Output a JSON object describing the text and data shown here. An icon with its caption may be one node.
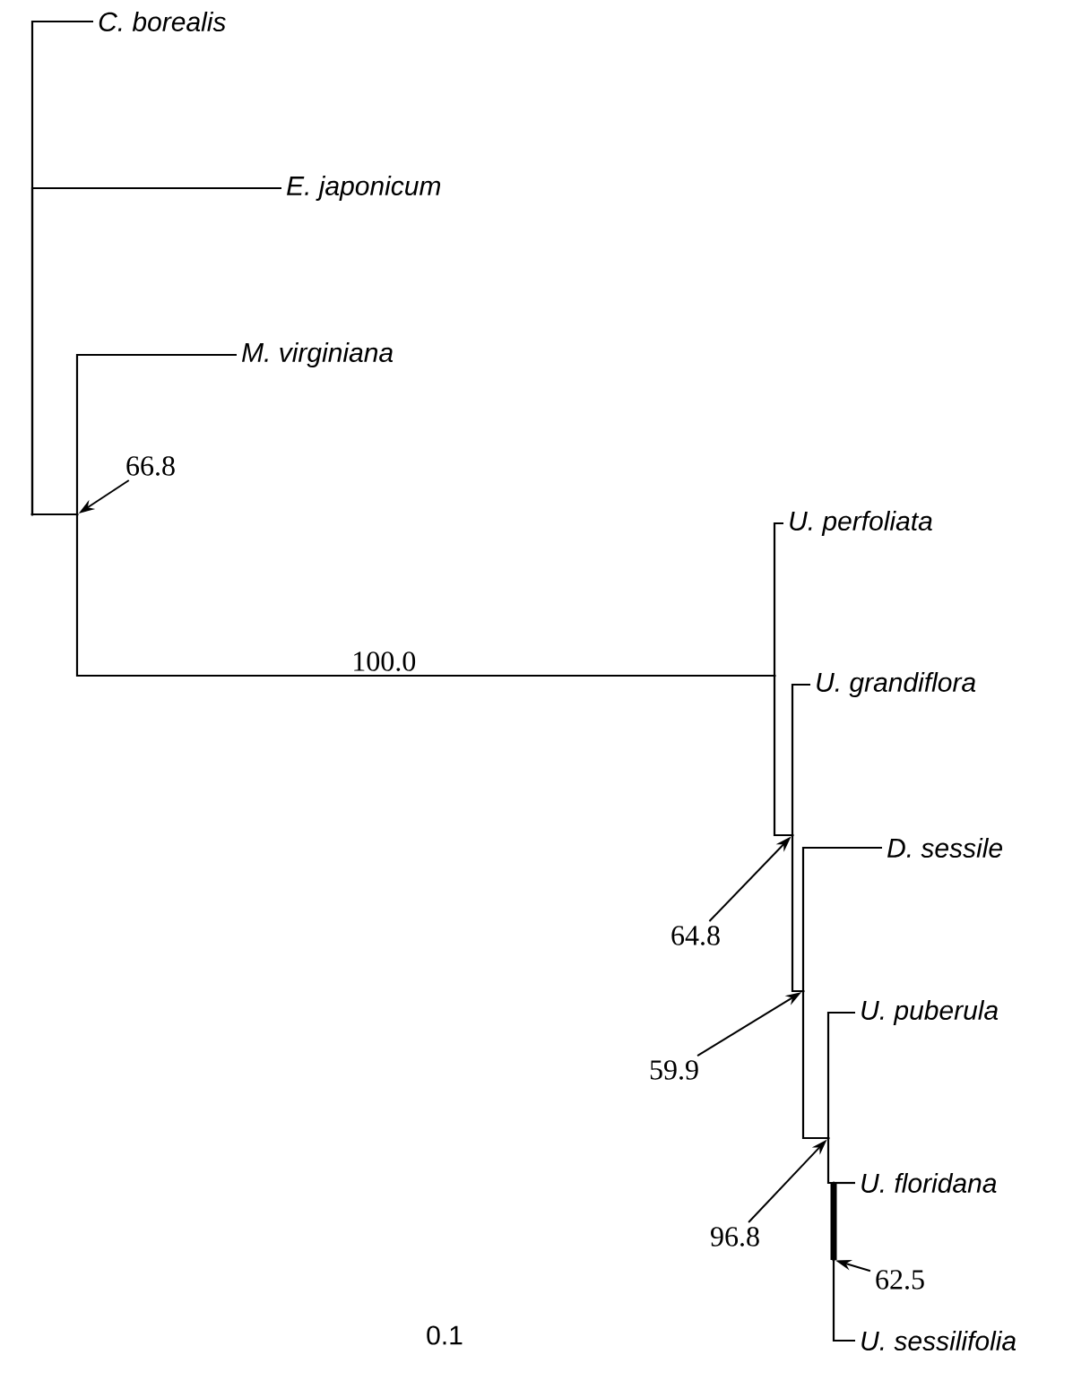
{
  "diagram": {
    "nodes": [
      {
        "text": [
          "C. borealis"
        ]
      },
      {
        "text": [
          "E. japonicum"
        ]
      },
      {
        "text": [
          "M. virginiana"
        ]
      },
      {
        "text": [],
        "shape": "point"
      },
      {
        "text": [],
        "shape": "point"
      },
      {
        "text": [
          "66.8"
        ]
      },
      {
        "text": [
          "U. perfoliata"
        ]
      },
      {
        "text": [],
        "shape": "point"
      },
      {
        "text": [
          "U. grandiflora"
        ]
      },
      {
        "text": [],
        "shape": "point"
      },
      {
        "text": [
          "D. sessile"
        ]
      },
      {
        "text": [
          "64.8"
        ]
      },
      {
        "text": [],
        "shape": "point"
      },
      {
        "text": [
          "U. puberula"
        ]
      },
      {
        "text": [
          "59.9"
        ]
      },
      {
        "text": [],
        "shape": "point"
      },
      {
        "text": [
          "U. floridana"
        ]
      },
      {
        "text": [],
        "shape": "point"
      },
      {
        "text": [
          "96.8"
        ]
      },
      {
        "text": [],
        "shape": "point"
      },
      {
        "text": [
          "62.5"
        ]
      },
      {
        "text": [
          "U. sessilifolia"
        ]
      }
    ],
    "edges": [
      {
        "from": 3,
        "to": 0,
        "arrow": "none"
      },
      {
        "from": 3,
        "to": 1,
        "arrow": "none"
      },
      {
        "from": 3,
        "to": 4,
        "arrow": "none"
      },
      {
        "from": 4,
        "to": 2,
        "arrow": "none"
      },
      {
        "from": 4,
        "to": 7,
        "arrow": "none",
        "label": "100.0"
      },
      {
        "from": 7,
        "to": 6,
        "arrow": "none"
      },
      {
        "from": 7,
        "to": 9,
        "arrow": "none"
      },
      {
        "from": 9,
        "to": 8,
        "arrow": "none"
      },
      {
        "from": 9,
        "to": 12,
        "arrow": "none"
      },
      {
        "from": 12,
        "to": 10,
        "arrow": "none"
      },
      {
        "from": 12,
        "to": 15,
        "arrow": "none"
      },
      {
        "from": 15,
        "to": 13,
        "arrow": "none"
      },
      {
        "from": 15,
        "to": 17,
        "arrow": "none"
      },
      {
        "from": 17,
        "to": 16,
        "arrow": "none"
      },
      {
        "from": 17,
        "to": 19,
        "arrow": "none",
        "style": "thick"
      },
      {
        "from": 19,
        "to": 21,
        "arrow": "none"
      },
      {
        "from": 5,
        "to": 4,
        "arrow": "to"
      },
      {
        "from": 11,
        "to": 9,
        "arrow": "to"
      },
      {
        "from": 14,
        "to": 12,
        "arrow": "to"
      },
      {
        "from": 18,
        "to": 15,
        "arrow": "to"
      },
      {
        "from": 20,
        "to": 19,
        "arrow": "to"
      }
    ],
    "labels": [
      "0.1"
    ]
  }
}
